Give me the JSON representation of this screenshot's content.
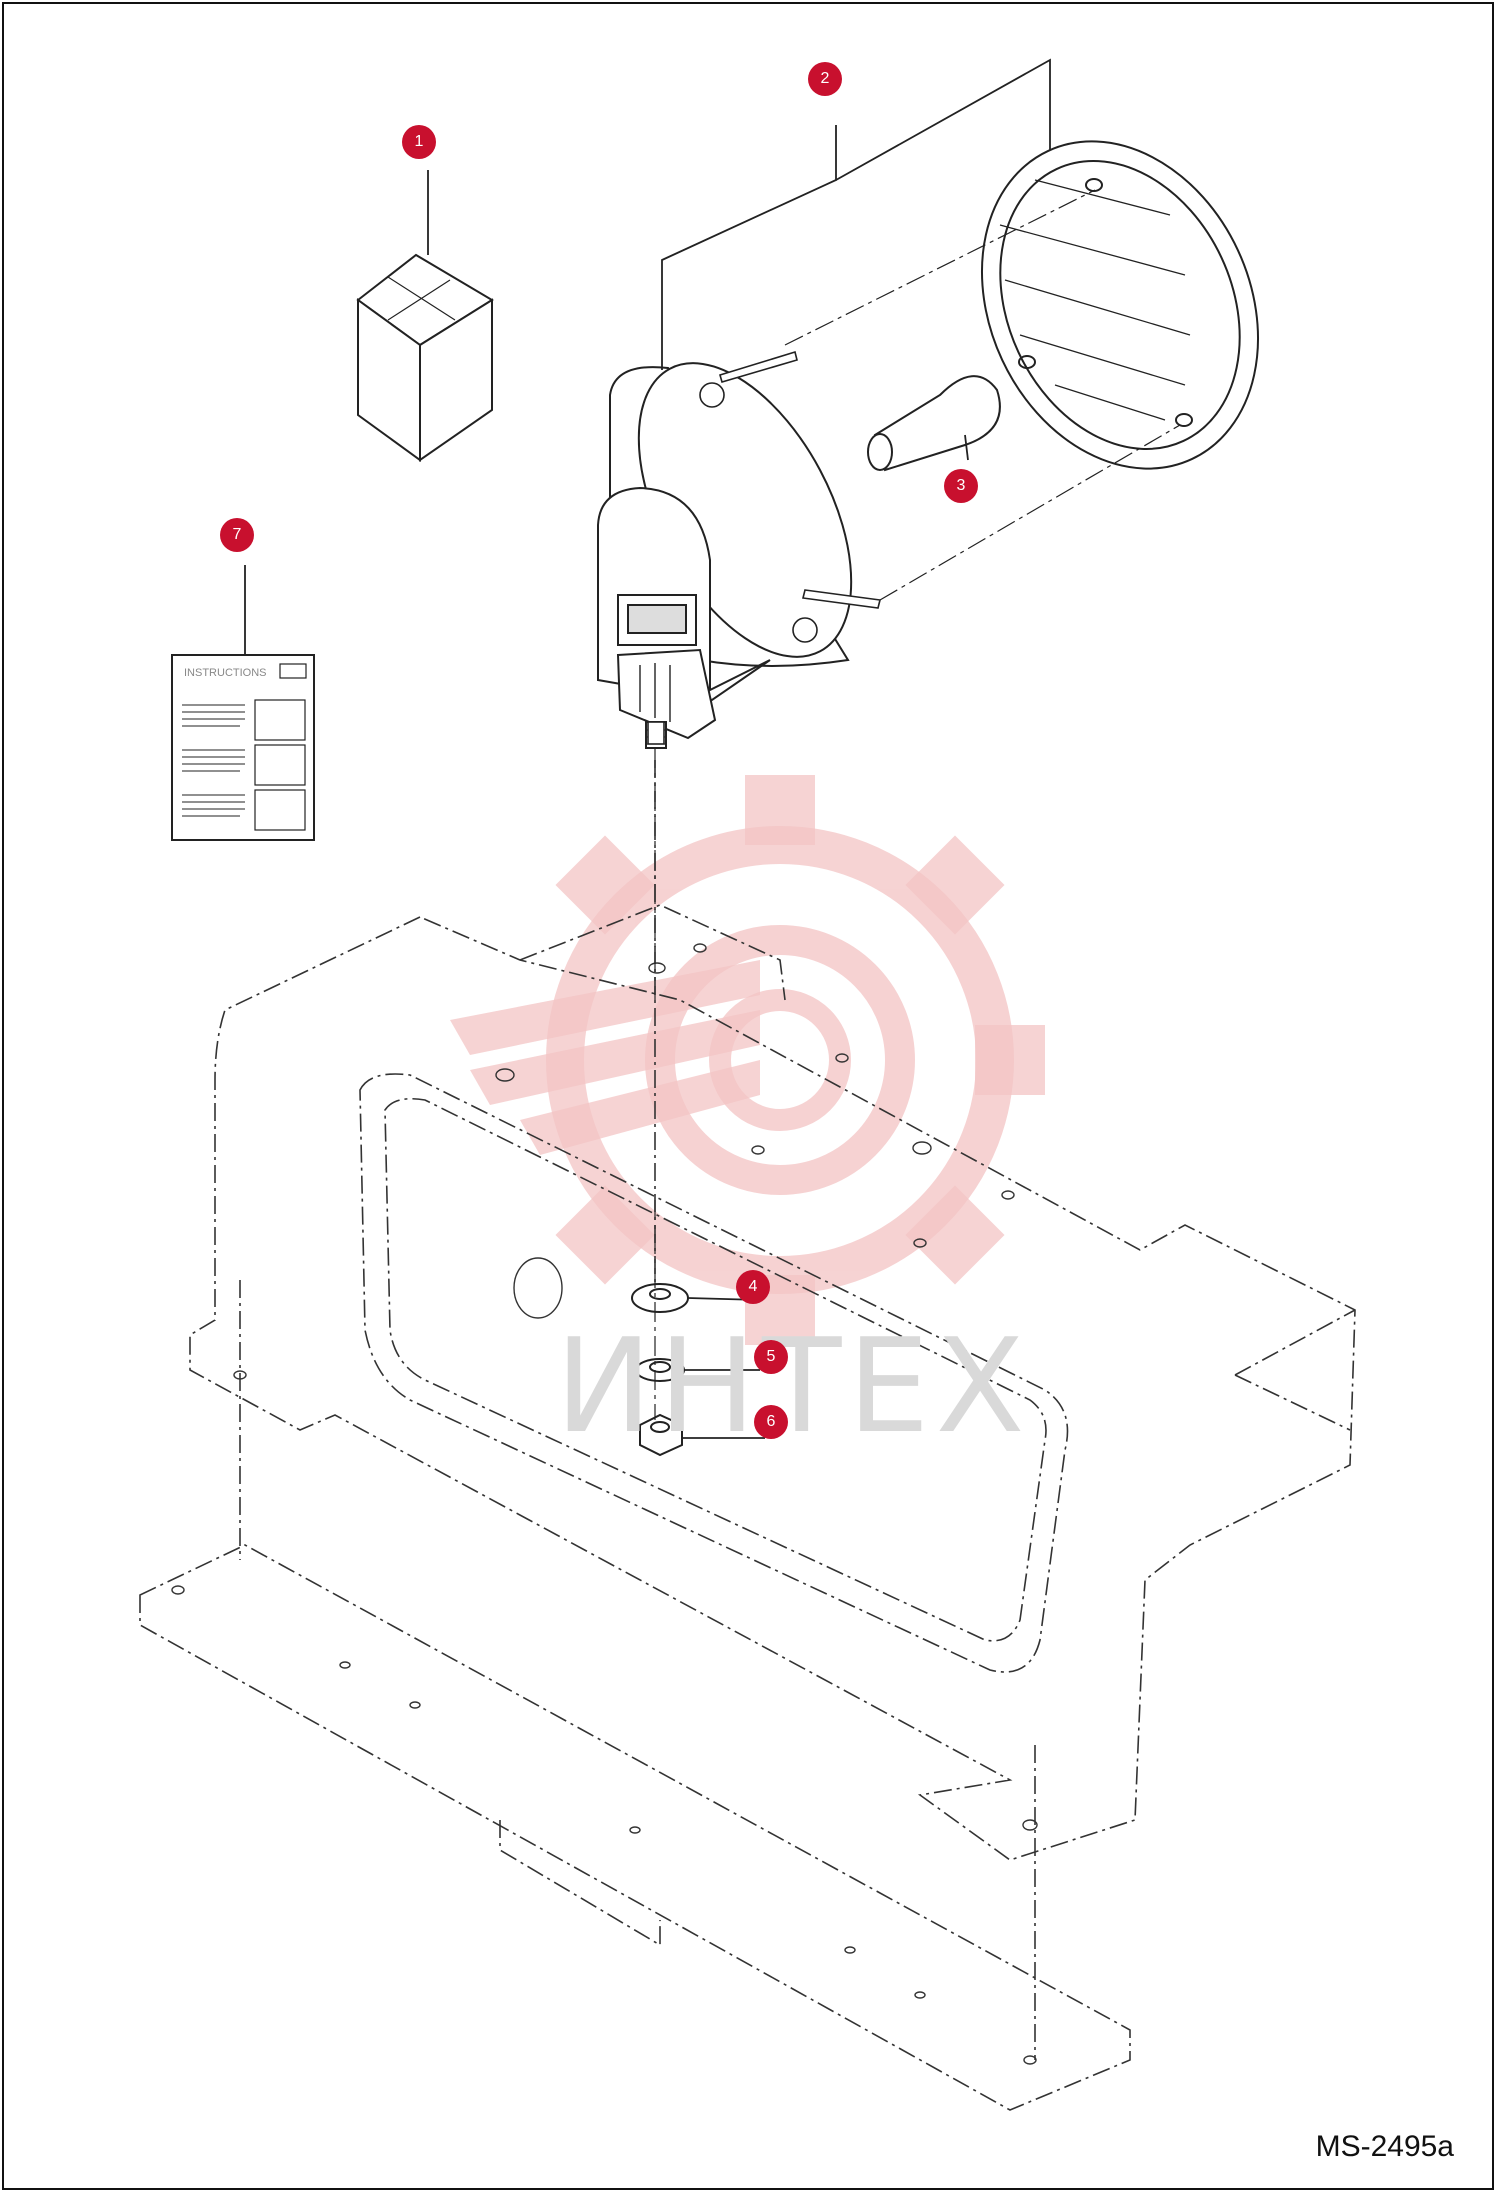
{
  "diagram": {
    "drawing_id": "MS-2495a",
    "sheet_title": "INSTRUCTIONS",
    "watermark": "ИНТЕХ",
    "callouts": [
      {
        "id": "callout-1",
        "label": "1"
      },
      {
        "id": "callout-2",
        "label": "2"
      },
      {
        "id": "callout-3",
        "label": "3"
      },
      {
        "id": "callout-4",
        "label": "4"
      },
      {
        "id": "callout-5",
        "label": "5"
      },
      {
        "id": "callout-6",
        "label": "6"
      },
      {
        "id": "callout-7",
        "label": "7"
      }
    ],
    "colors": {
      "callout": "#c8102e",
      "line": "#222222",
      "watermark": "#f3c4c4",
      "watermark_text": "#d9d9d9"
    }
  }
}
